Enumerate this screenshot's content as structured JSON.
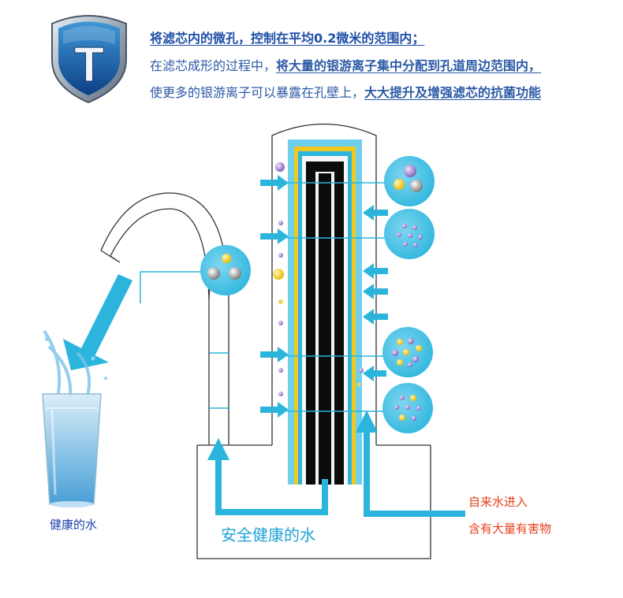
{
  "header": {
    "line1": "将滤芯内的微孔，控制在平均0.2微米的范围内；",
    "line2_plain": "在滤芯成形的过程中，",
    "line2_bold": "将大量的银游离子集中分配到孔道周边范围内，",
    "line3_plain": "使更多的银游离子可以暴露在孔壁上，",
    "line3_bold": "大大提升及增强滤芯的抗菌功能"
  },
  "labels": {
    "healthy_water": "健康的水",
    "safe_healthy_water": "安全健康的水",
    "tap_water_in": "自来水进入",
    "harmful": "含有大量有害物"
  },
  "logo": {
    "letter": "T"
  },
  "colors": {
    "accent": "#2bb5dd",
    "filter_yellow": "#f2c81e",
    "filter_core": "#0a0a0a",
    "text_blue": "#1f4fa8",
    "text_red": "#e8401c",
    "particle_purple": "#a98ad6",
    "particle_gray": "#8d8d8d"
  }
}
